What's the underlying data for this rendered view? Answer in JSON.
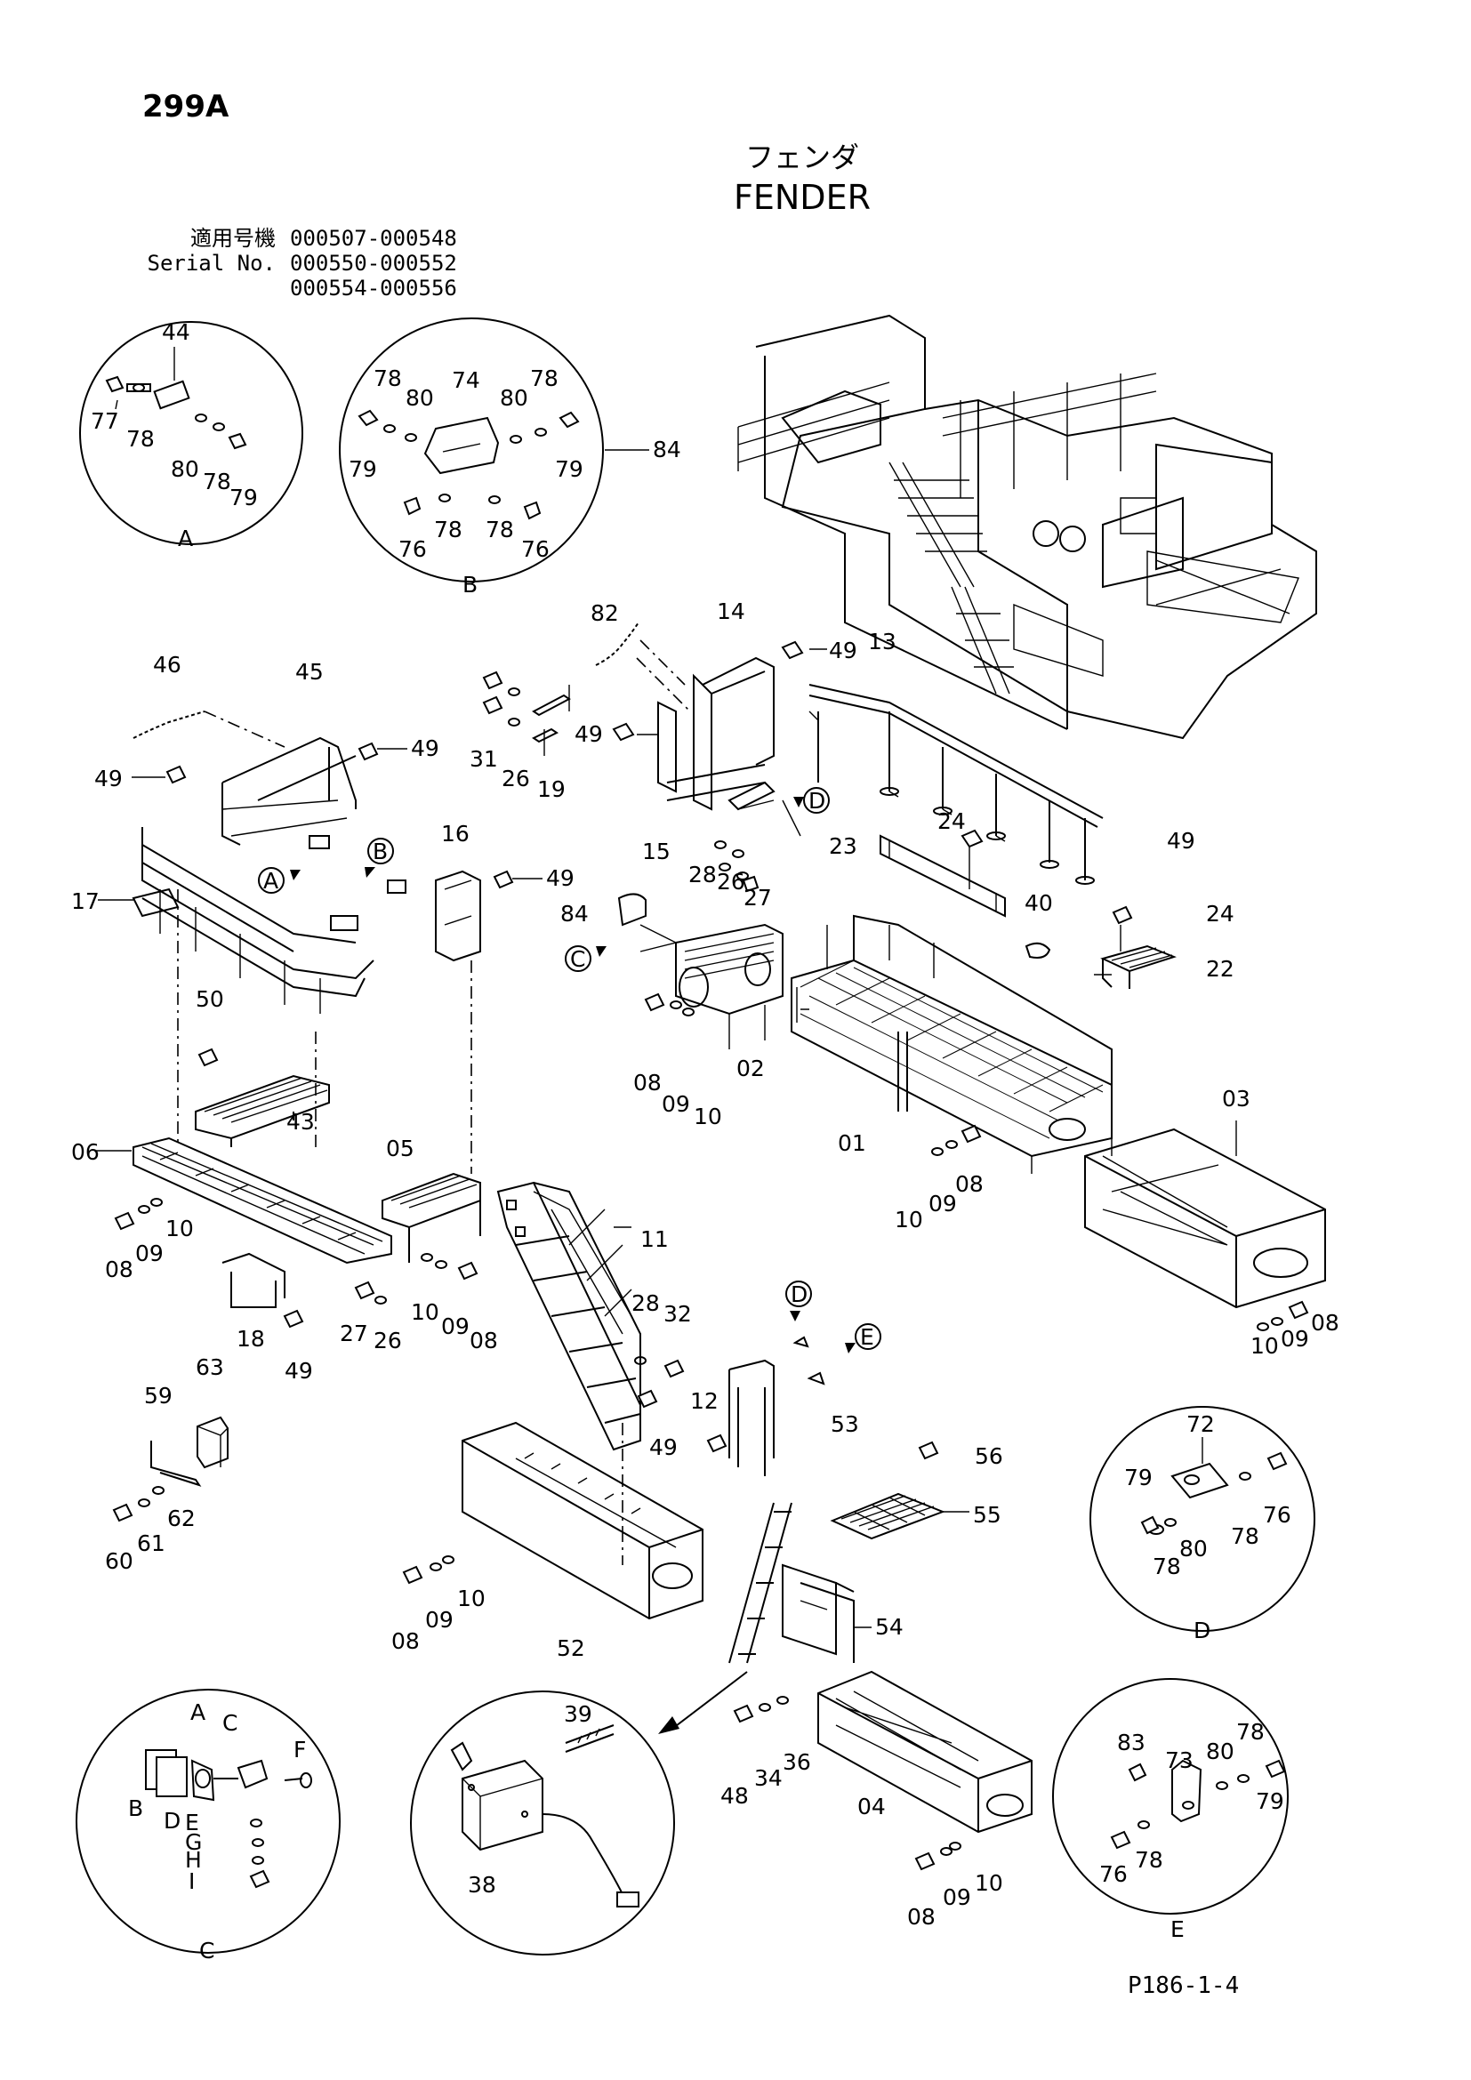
{
  "header": {
    "page_id": "299A",
    "title_jp": "フェンダ",
    "title_en": "FENDER",
    "serial_label_jp": "適用号機",
    "serial_label_en": "Serial No.",
    "serial_ranges": [
      "000507-000548",
      "000550-000552",
      "000554-000556"
    ]
  },
  "footer": {
    "page_code": "P186-1-4"
  },
  "detail_views": {
    "A": {
      "parts": [
        "44",
        "77",
        "78",
        "80",
        "78",
        "79"
      ],
      "caption": "A"
    },
    "B": {
      "parts": [
        "78",
        "80",
        "74",
        "80",
        "78",
        "79",
        "79",
        "76",
        "78",
        "78",
        "76",
        "84"
      ],
      "caption": "B"
    },
    "C": {
      "parts": [
        "A",
        "C",
        "B",
        "D",
        "F",
        "E",
        "G",
        "H",
        "I"
      ],
      "caption": "C"
    },
    "D": {
      "parts": [
        "72",
        "79",
        "76",
        "78",
        "80",
        "78"
      ],
      "caption": "D"
    },
    "E": {
      "parts": [
        "83",
        "73",
        "80",
        "78",
        "79",
        "76",
        "78"
      ],
      "caption": "E"
    },
    "solenoid": {
      "parts": [
        "39",
        "38"
      ]
    }
  },
  "callout_labels": {
    "A": "A",
    "B": "B",
    "C": "C",
    "D": "D",
    "E": "E"
  },
  "part_labels": [
    "82",
    "14",
    "49",
    "13",
    "46",
    "45",
    "49",
    "31",
    "26",
    "19",
    "49",
    "49",
    "15",
    "28",
    "26",
    "27",
    "24",
    "23",
    "49",
    "17",
    "16",
    "49",
    "84",
    "40",
    "24",
    "22",
    "50",
    "02",
    "08",
    "09",
    "10",
    "43",
    "01",
    "03",
    "06",
    "05",
    "08",
    "09",
    "10",
    "10",
    "09",
    "08",
    "11",
    "18",
    "49",
    "27",
    "26",
    "10",
    "09",
    "08",
    "28",
    "32",
    "12",
    "53",
    "49",
    "10",
    "09",
    "08",
    "63",
    "59",
    "62",
    "60",
    "61",
    "56",
    "55",
    "52",
    "08",
    "09",
    "10",
    "54",
    "48",
    "34",
    "36",
    "04",
    "08",
    "09",
    "10"
  ]
}
